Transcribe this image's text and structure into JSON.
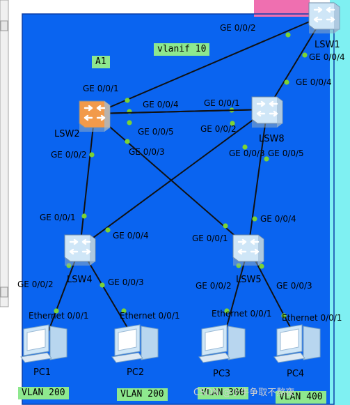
{
  "colors": {
    "canvas_bg": "#0a64f0",
    "cyan_band": "#7ff0f2",
    "pink_band": "#ef6fb0",
    "tag_bg": "#8ee88e",
    "link": "#111111",
    "port_dot": "#7cd334",
    "switch_core": "#f29a4a",
    "switch_access": "#cfe6f7",
    "pc_body": "#cfe6f7"
  },
  "annotations": {
    "a1": "A1",
    "vlanif": "vlanif 10"
  },
  "nodes": [
    {
      "id": "lsw1",
      "label": "LSW1",
      "kind": "switch"
    },
    {
      "id": "lsw2",
      "label": "LSW2",
      "kind": "core-switch"
    },
    {
      "id": "lsw8",
      "label": "LSW8",
      "kind": "switch"
    },
    {
      "id": "lsw4",
      "label": "LSW4",
      "kind": "switch"
    },
    {
      "id": "lsw5",
      "label": "LSW5",
      "kind": "switch"
    },
    {
      "id": "pc1",
      "label": "PC1",
      "kind": "pc"
    },
    {
      "id": "pc2",
      "label": "PC2",
      "kind": "pc"
    },
    {
      "id": "pc3",
      "label": "PC3",
      "kind": "pc"
    },
    {
      "id": "pc4",
      "label": "PC4",
      "kind": "pc"
    }
  ],
  "links": [
    {
      "from": "lsw2",
      "to": "lsw1",
      "from_port": "GE 0/0/1",
      "to_port": "GE 0/0/2"
    },
    {
      "from": "lsw1",
      "to": "lsw8",
      "from_port": "GE 0/0/4",
      "to_port": "GE 0/0/4"
    },
    {
      "from": "lsw2",
      "to": "lsw8",
      "from_port": "GE 0/0/4",
      "to_port": "GE 0/0/1"
    },
    {
      "from": "lsw2",
      "to": "lsw8",
      "from_port": "GE 0/0/5",
      "to_port": "GE 0/0/2"
    },
    {
      "from": "lsw2",
      "to": "lsw4",
      "from_port": "GE 0/0/2",
      "to_port": "GE 0/0/1"
    },
    {
      "from": "lsw2",
      "to": "lsw5",
      "from_port": "GE 0/0/3",
      "to_port": "GE 0/0/1"
    },
    {
      "from": "lsw8",
      "to": "lsw4",
      "from_port": "GE 0/0/3",
      "to_port": "GE 0/0/4"
    },
    {
      "from": "lsw8",
      "to": "lsw5",
      "from_port": "GE 0/0/5",
      "to_port": "GE 0/0/4"
    },
    {
      "from": "lsw4",
      "to": "pc1",
      "from_port": "GE 0/0/2",
      "to_port": "Ethernet 0/0/1"
    },
    {
      "from": "lsw4",
      "to": "pc2",
      "from_port": "GE 0/0/3",
      "to_port": "Ethernet 0/0/1"
    },
    {
      "from": "lsw5",
      "to": "pc3",
      "from_port": "GE 0/0/2",
      "to_port": "Ethernet 0/0/1"
    },
    {
      "from": "lsw5",
      "to": "pc4",
      "from_port": "GE 0/0/3",
      "to_port": "Ethernet 0/0/1"
    }
  ],
  "vlans": [
    "VLAN 200",
    "VLAN 200",
    "VLAN 300",
    "VLAN 400"
  ],
  "watermark": "CSDN @小牛争取不熬夜"
}
